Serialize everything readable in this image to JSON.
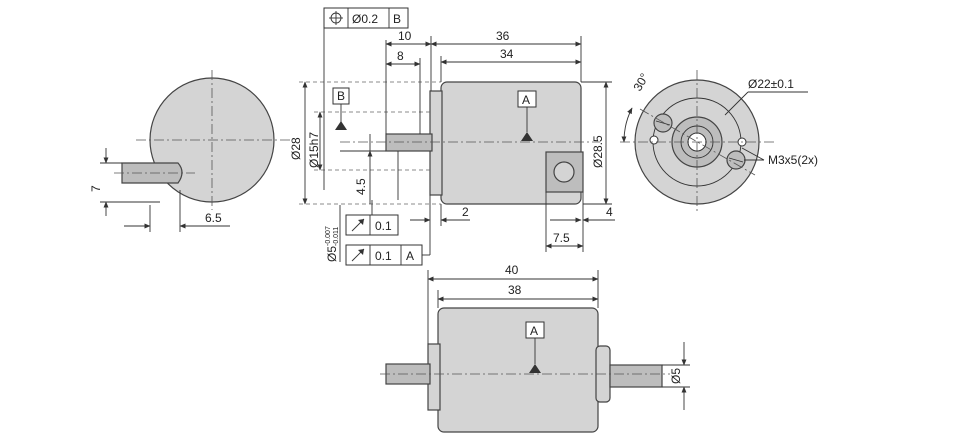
{
  "colors": {
    "part_fill": "#d4d4d4",
    "line": "#333333",
    "background": "#ffffff"
  },
  "left_view": {
    "dim_width": "6.5",
    "dim_height": "7"
  },
  "front_view": {
    "tol_position_symbol": "position-icon",
    "tol_position_value": "Ø0.2",
    "tol_position_datum": "B",
    "dim_total_top": "36",
    "dim_body_top": "34",
    "dim_shaft_10": "10",
    "dim_shaft_8": "8",
    "datum_b": "B",
    "datum_a": "A",
    "dim_d28": "Ø28",
    "dim_d15": "Ø15h7",
    "dim_45": "4.5",
    "dim_2": "2",
    "dim_4": "4",
    "dim_75": "7.5",
    "dim_d285": "Ø28.5",
    "dim_d5": "Ø5",
    "tol_d5_upper": "-0.007",
    "tol_d5_lower": "-0.011",
    "runout_symbol": "runout-icon",
    "runout_value_1": "0.1",
    "runout_value_2": "0.1",
    "runout_datum_2": "A"
  },
  "right_view": {
    "angle": "30°",
    "dim_d22": "Ø22±0.1",
    "thread": "M3x5(2x)"
  },
  "bottom_view": {
    "dim_40": "40",
    "dim_38": "38",
    "datum_a": "A",
    "dim_d5": "Ø5"
  }
}
